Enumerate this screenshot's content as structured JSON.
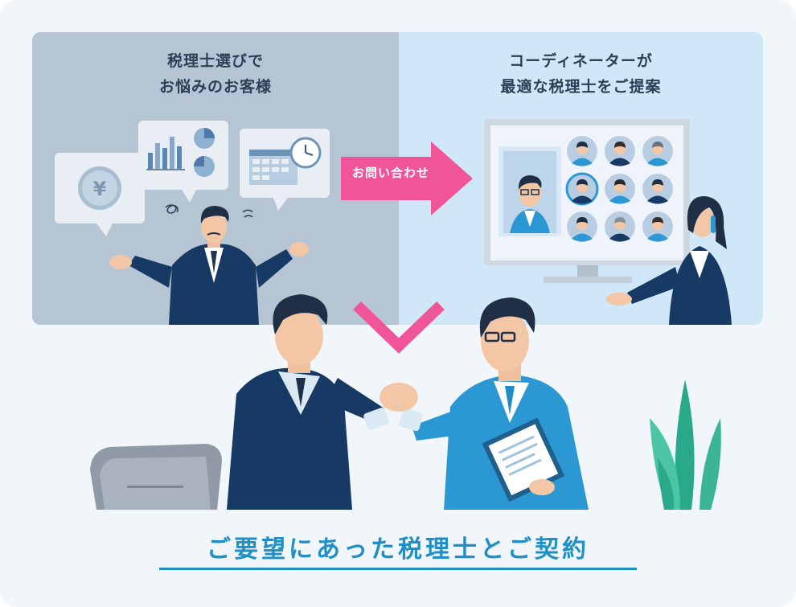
{
  "left_panel": {
    "heading_line1": "税理士選びで",
    "heading_line2": "お悩みのお客様"
  },
  "right_panel": {
    "heading_line1": "コーディネーターが",
    "heading_line2": "最適な税理士をご提案"
  },
  "arrow": {
    "label": "お問い合わせ"
  },
  "bottom": {
    "title": "ご要望にあった税理士とご契約"
  },
  "colors": {
    "left_panel_bg": "#b6c5d3",
    "right_panel_bg": "#d0e7f7",
    "accent_pink": "#f0559a",
    "title_blue": "#1f8fc6",
    "navy_suit": "#163a63",
    "blue_suit": "#2b97d3"
  },
  "icons": [
    "yen-coin-icon",
    "bar-chart-icon",
    "pie-chart-icon",
    "calendar-icon",
    "clock-icon",
    "plant-icon",
    "chair-icon"
  ]
}
